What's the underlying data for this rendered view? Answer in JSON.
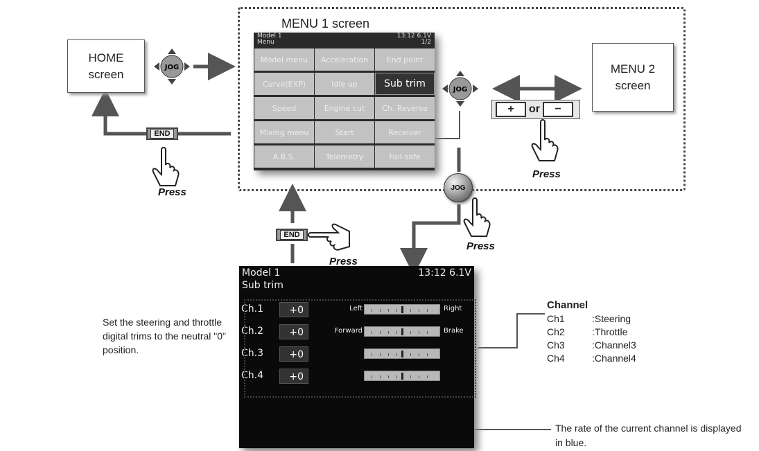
{
  "home_box": {
    "line1": "HOME",
    "line2": "screen"
  },
  "menu2_box": {
    "line1": "MENU 2",
    "line2": "screen"
  },
  "menu1_label": "MENU 1 screen",
  "menu1_screen": {
    "header_left_top": "Model 1",
    "header_left": "Menu",
    "header_right_top": "13:12 6.1V",
    "header_right": "1/2",
    "items": [
      "Model menu",
      "Acceleration",
      "End point",
      "Curve(EXP)",
      "Idle up",
      "Sub trim",
      "Speed",
      "Engine cut",
      "Ch. Reverse",
      "Mixing menu",
      "Start",
      "Receiver",
      "A.B.S.",
      "Telemetry",
      "Fail-safe"
    ],
    "selected": "Sub trim"
  },
  "jog_label": "JOG",
  "end_label": "END",
  "press_label": "Press",
  "plus_minus": {
    "plus": "+",
    "or": "or",
    "minus": "−"
  },
  "sub_trim_screen": {
    "model": "Model 1",
    "status": "13:12 6.1V",
    "title": "Sub trim",
    "rows": [
      {
        "ch": "Ch.1",
        "value": "+0",
        "left": "Left",
        "right": "Right"
      },
      {
        "ch": "Ch.2",
        "value": "+0",
        "left": "Forward",
        "right": "Brake"
      },
      {
        "ch": "Ch.3",
        "value": "+0",
        "left": "",
        "right": ""
      },
      {
        "ch": "Ch.4",
        "value": "+0",
        "left": "",
        "right": ""
      }
    ]
  },
  "instruction_text": "Set the steering and throttle digital trims to the neutral \"0\" position.",
  "channel_legend": {
    "title": "Channel",
    "items": [
      {
        "k": "Ch1",
        "v": ":Steering"
      },
      {
        "k": "Ch2",
        "v": ":Throttle"
      },
      {
        "k": "Ch3",
        "v": ":Channel3"
      },
      {
        "k": "Ch4",
        "v": ":Channel4"
      }
    ]
  },
  "rate_note": "The rate of the current channel is displayed in blue."
}
